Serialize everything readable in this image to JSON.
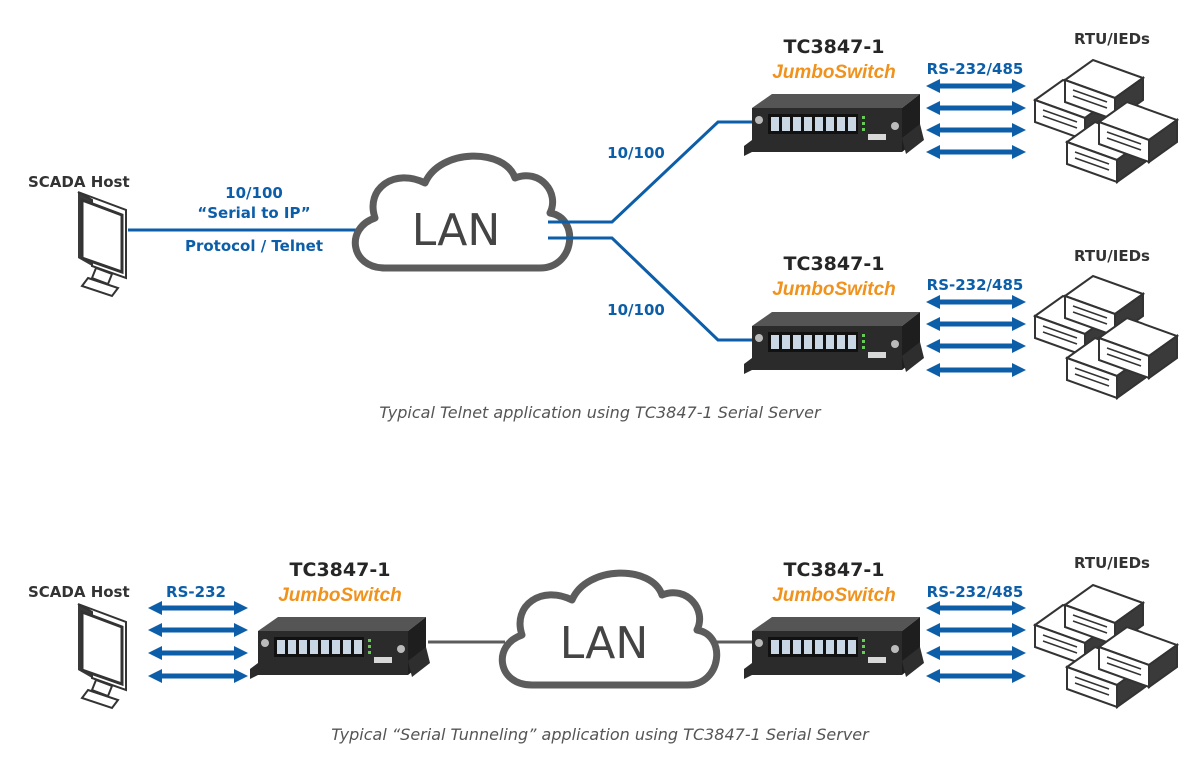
{
  "colors": {
    "link_blue": "#0c5ea8",
    "brand_orange": "#f0921c",
    "device_dark": "#2b2b2b",
    "cloud_stroke": "#5c5c5c",
    "text_dark": "#333333"
  },
  "diagram_top": {
    "host_label": "SCADA Host",
    "link_speed": "10/100",
    "link_mode": "“Serial to IP”",
    "link_protocol": "Protocol / Telnet",
    "cloud_label": "LAN",
    "upper_link_speed": "10/100",
    "lower_link_speed": "10/100",
    "servers": [
      {
        "model": "TC3847-1",
        "brand": "JumboSwitch",
        "serial_label": "RS-232/485",
        "devices_label": "RTU/IEDs"
      },
      {
        "model": "TC3847-1",
        "brand": "JumboSwitch",
        "serial_label": "RS-232/485",
        "devices_label": "RTU/IEDs"
      }
    ],
    "caption": "Typical Telnet application using TC3847-1 Serial Server"
  },
  "diagram_bottom": {
    "host_label": "SCADA Host",
    "host_serial_label": "RS-232",
    "cloud_label": "LAN",
    "left_server": {
      "model": "TC3847-1",
      "brand": "JumboSwitch"
    },
    "right_server": {
      "model": "TC3847-1",
      "brand": "JumboSwitch",
      "serial_label": "RS-232/485",
      "devices_label": "RTU/IEDs"
    },
    "caption": "Typical “Serial Tunneling” application using TC3847-1 Serial Server"
  }
}
